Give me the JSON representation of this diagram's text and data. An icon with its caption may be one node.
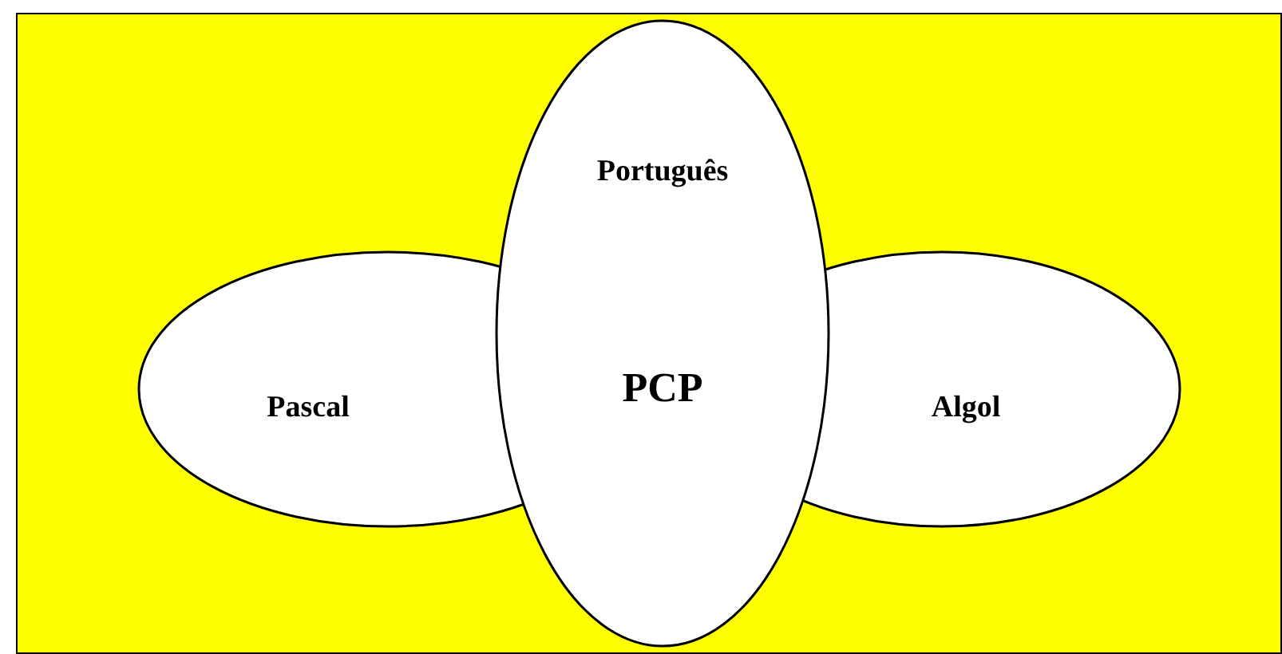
{
  "diagram": {
    "nodes": [
      {
        "text": [
          "Português",
          "PCP"
        ]
      },
      {
        "text": [
          "Pascal"
        ]
      },
      {
        "text": [
          "Algol"
        ]
      }
    ]
  }
}
